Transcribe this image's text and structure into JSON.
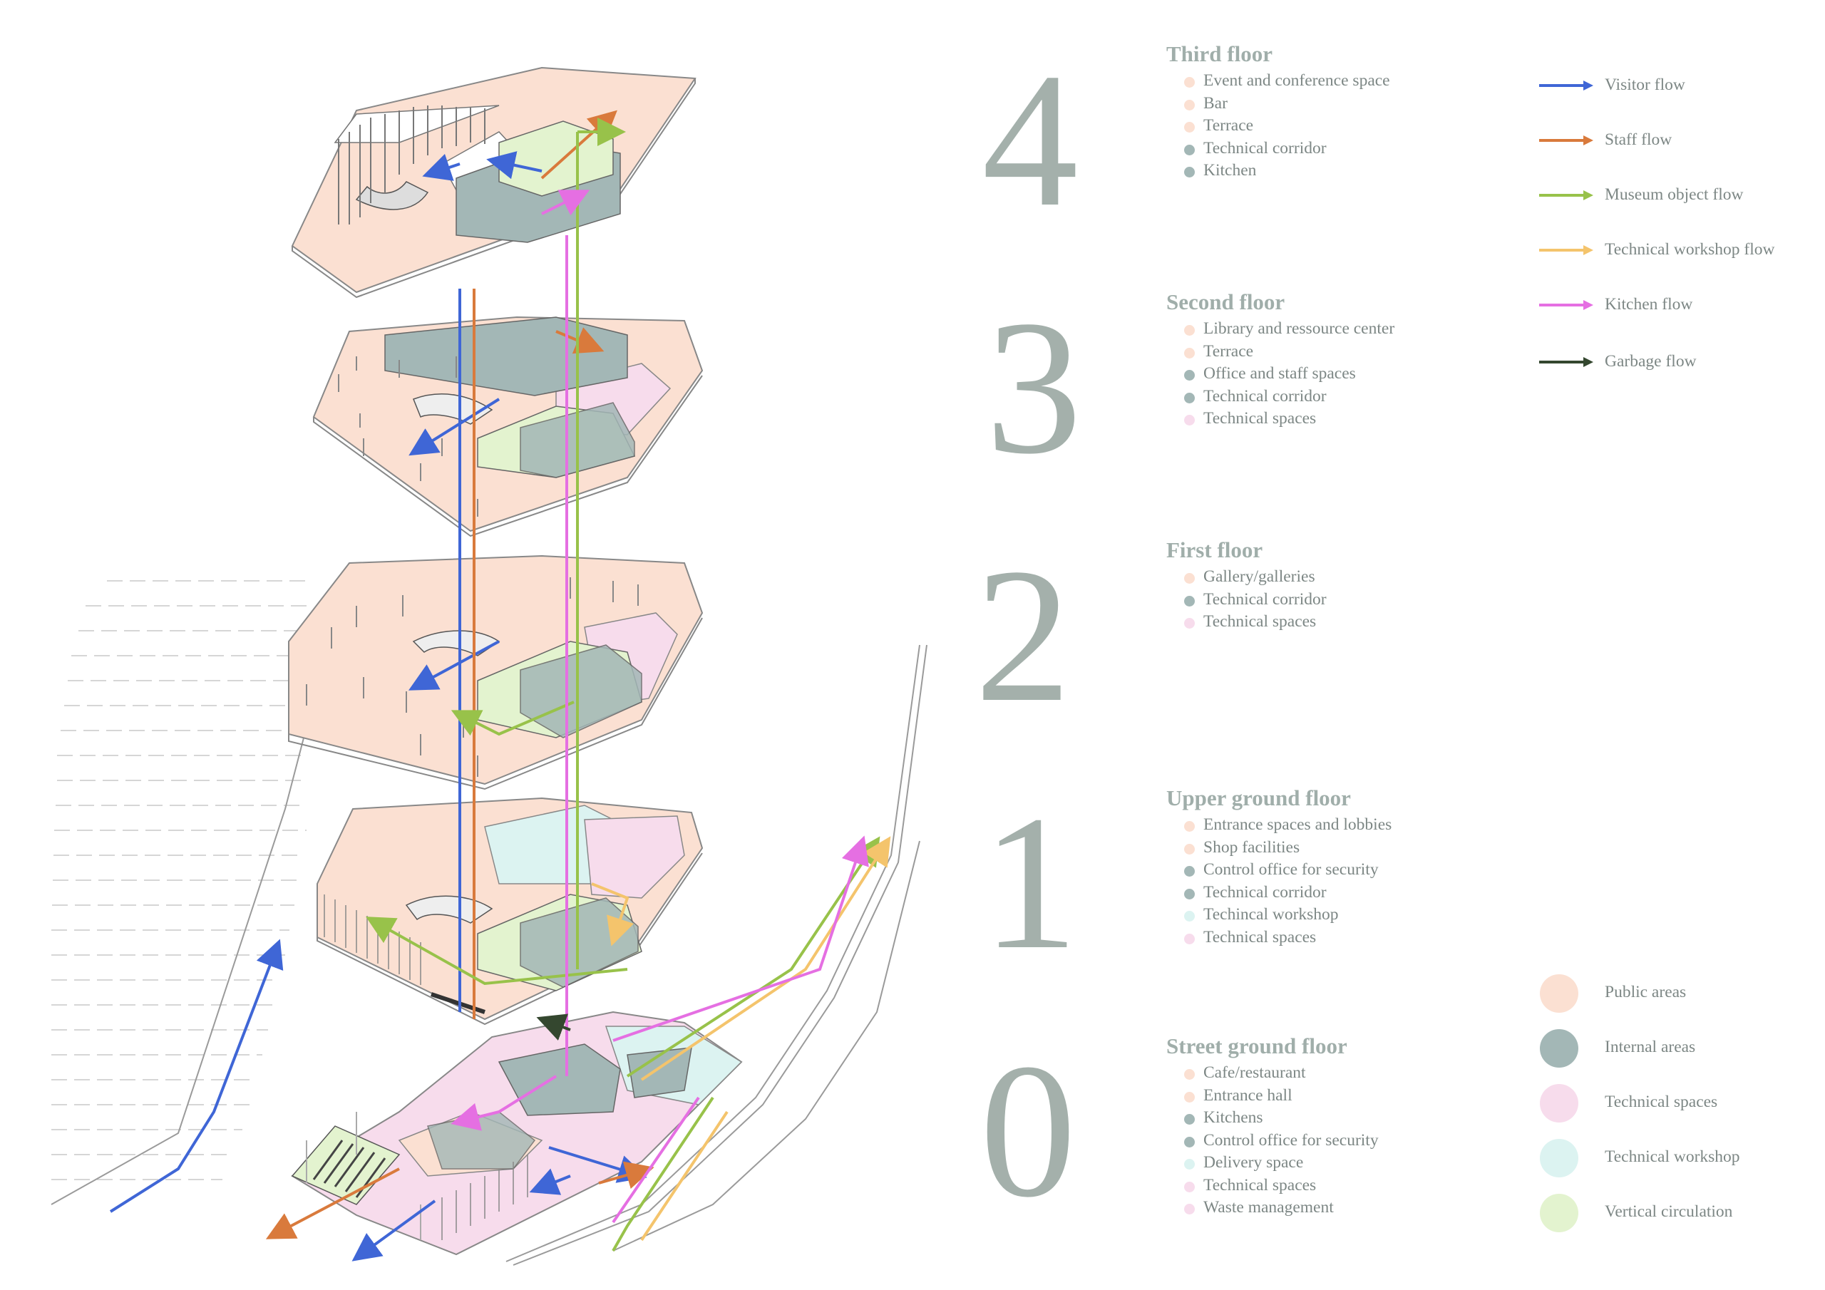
{
  "colors": {
    "public": "#fbe0d2",
    "internal": "#a3b7b6",
    "technical": "#f7dcec",
    "workshop": "#dcf3f1",
    "vertical": "#e3f3cf",
    "visitor": "#3f66d6",
    "staff": "#d97a3c",
    "museum": "#98c24a",
    "workshop_flow": "#f4c46c",
    "kitchen": "#e56fe2",
    "garbage": "#34472f"
  },
  "levels": [
    "4",
    "3",
    "2",
    "1",
    "0"
  ],
  "floors": [
    {
      "title": "Third floor",
      "items": [
        {
          "label": "Event and conference space",
          "type": "public"
        },
        {
          "label": "Bar",
          "type": "public"
        },
        {
          "label": "Terrace",
          "type": "public"
        },
        {
          "label": "Technical corridor",
          "type": "internal"
        },
        {
          "label": "Kitchen",
          "type": "internal"
        }
      ]
    },
    {
      "title": "Second floor",
      "items": [
        {
          "label": "Library and ressource center",
          "type": "public"
        },
        {
          "label": "Terrace",
          "type": "public"
        },
        {
          "label": "Office and staff  spaces",
          "type": "internal"
        },
        {
          "label": "Technical corridor",
          "type": "internal"
        },
        {
          "label": "Technical spaces",
          "type": "technical"
        }
      ]
    },
    {
      "title": "First floor",
      "items": [
        {
          "label": "Gallery/galleries",
          "type": "public"
        },
        {
          "label": "Technical corridor",
          "type": "internal"
        },
        {
          "label": "Technical spaces",
          "type": "technical"
        }
      ]
    },
    {
      "title": "Upper ground floor",
      "items": [
        {
          "label": "Entrance spaces and lobbies",
          "type": "public"
        },
        {
          "label": "Shop facilities",
          "type": "public"
        },
        {
          "label": "Control office for security",
          "type": "internal"
        },
        {
          "label": "Technical corridor",
          "type": "internal"
        },
        {
          "label": "Techincal workshop",
          "type": "workshop"
        },
        {
          "label": "Technical spaces",
          "type": "technical"
        }
      ]
    },
    {
      "title": "Street ground floor",
      "items": [
        {
          "label": "Cafe/restaurant",
          "type": "public"
        },
        {
          "label": "Entrance hall",
          "type": "public"
        },
        {
          "label": "Kitchens",
          "type": "internal"
        },
        {
          "label": "Control office for security",
          "type": "internal"
        },
        {
          "label": "Delivery space",
          "type": "workshop"
        },
        {
          "label": "Technical spaces",
          "type": "technical"
        },
        {
          "label": "Waste management",
          "type": "technical"
        }
      ]
    }
  ],
  "flow_legend": [
    {
      "label": "Visitor flow",
      "color": "visitor"
    },
    {
      "label": "Staff  flow",
      "color": "staff"
    },
    {
      "label": "Museum object flow",
      "color": "museum"
    },
    {
      "label": "Technical workshop flow",
      "color": "workshop_flow"
    },
    {
      "label": "Kitchen flow",
      "color": "kitchen"
    },
    {
      "label": "Garbage flow",
      "color": "garbage"
    }
  ],
  "area_legend": [
    {
      "label": "Public areas",
      "color": "public"
    },
    {
      "label": "Internal areas",
      "color": "internal"
    },
    {
      "label": "Technical spaces",
      "color": "technical"
    },
    {
      "label": "Technical workshop",
      "color": "workshop"
    },
    {
      "label": "Vertical circulation",
      "color": "vertical"
    }
  ]
}
